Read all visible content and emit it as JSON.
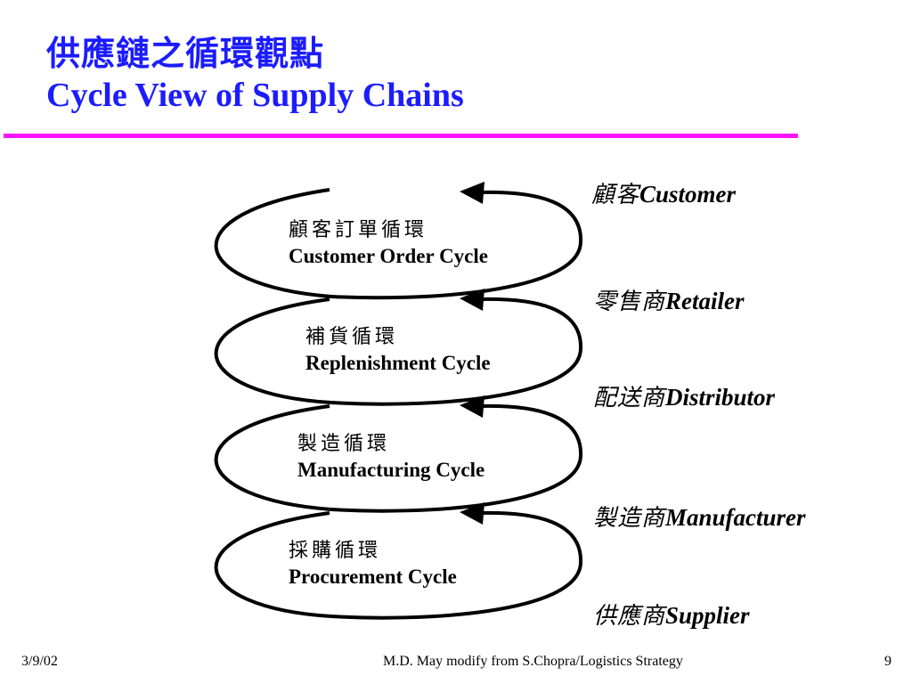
{
  "title": {
    "zh": "供應鏈之循環觀點",
    "en": "Cycle View of Supply Chains"
  },
  "cycles": [
    {
      "zh": "顧客訂單循環",
      "en": "Customer Order Cycle"
    },
    {
      "zh": "補貨循環",
      "en": "Replenishment Cycle"
    },
    {
      "zh": "製造循環",
      "en": "Manufacturing Cycle"
    },
    {
      "zh": "採購循環",
      "en": "Procurement Cycle"
    }
  ],
  "parties": [
    {
      "zh": "顧客",
      "en": "Customer"
    },
    {
      "zh": "零售商",
      "en": "Retailer"
    },
    {
      "zh": "配送商",
      "en": "Distributor"
    },
    {
      "zh": "製造商",
      "en": "Manufacturer"
    },
    {
      "zh": "供應商",
      "en": "Supplier"
    }
  ],
  "footer": {
    "date": "3/9/02",
    "credit": "M.D. May modify from S.Chopra/Logistics Strategy",
    "page": "9"
  },
  "colors": {
    "title": "#1c1cff",
    "rule": "#ff14ff",
    "text": "#000000"
  }
}
